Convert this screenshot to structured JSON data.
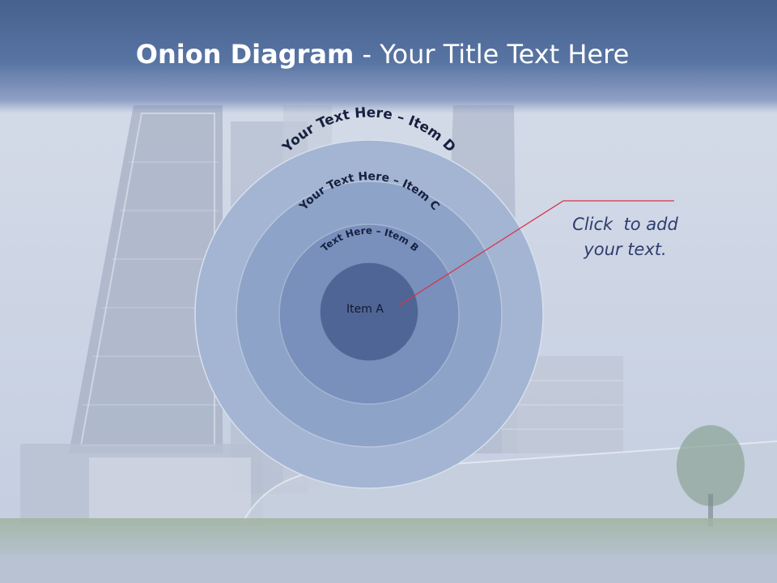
{
  "slide": {
    "title_bold": "Onion Diagram",
    "title_rest": " - Your Title Text Here"
  },
  "diagram": {
    "layers": [
      {
        "label": "Your Text Here – Item D",
        "fill": "#a3b5d3"
      },
      {
        "label": "Your Text Here – Item C",
        "fill": "#8ea3c8"
      },
      {
        "label": "Text Here – Item B",
        "fill": "#7890bb"
      },
      {
        "label": "Item A",
        "fill": "#4f6596"
      }
    ]
  },
  "callout": {
    "line1": "Click  to add",
    "line2": "your text.",
    "line_color": "#d9344a"
  },
  "colors": {
    "header": "#4c6896",
    "title_text": "#ffffff",
    "callout_text": "#2e3d6e"
  }
}
